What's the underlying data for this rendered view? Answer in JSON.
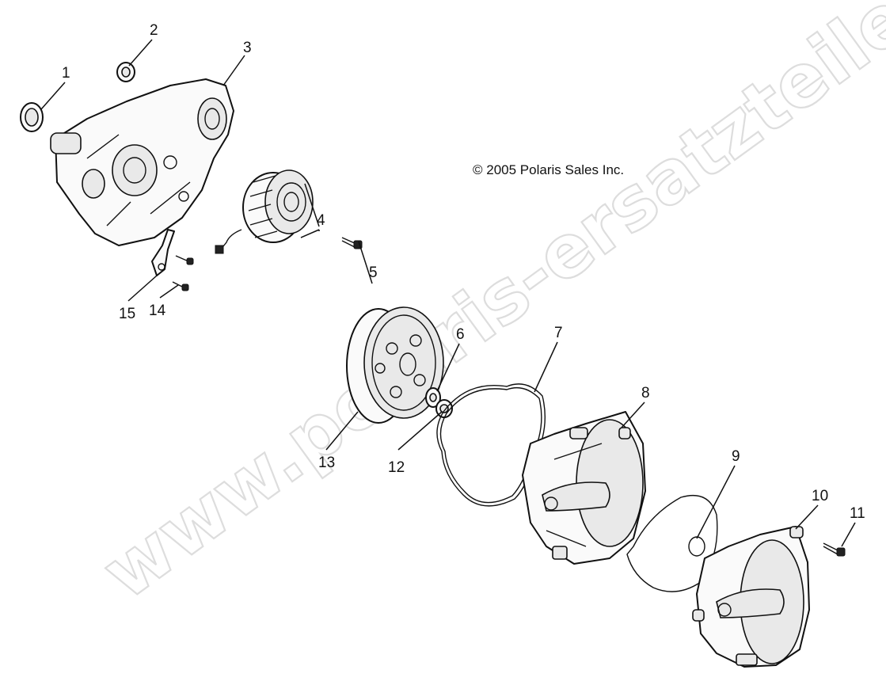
{
  "copyright": "© 2005 Polaris Sales Inc.",
  "watermark": "www.polaris-ersatzteile.de",
  "callouts": [
    {
      "number": "1"
    },
    {
      "number": "2"
    },
    {
      "number": "3"
    },
    {
      "number": "4"
    },
    {
      "number": "5"
    },
    {
      "number": "6"
    },
    {
      "number": "7"
    },
    {
      "number": "8"
    },
    {
      "number": "9"
    },
    {
      "number": "10"
    },
    {
      "number": "11"
    },
    {
      "number": "12"
    },
    {
      "number": "13"
    },
    {
      "number": "14"
    },
    {
      "number": "15"
    }
  ]
}
